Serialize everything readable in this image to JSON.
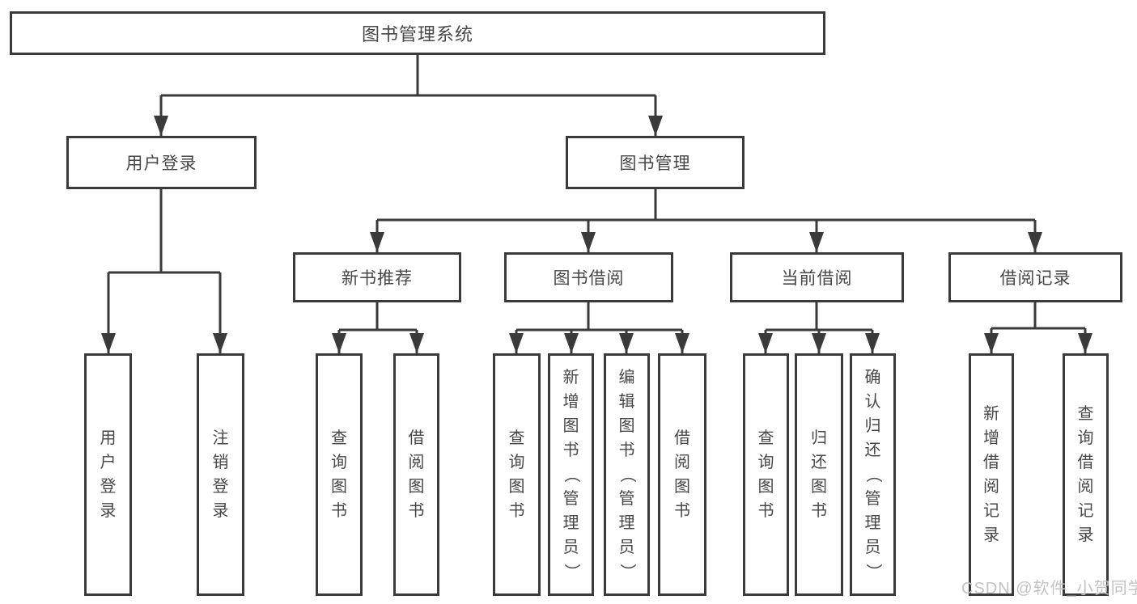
{
  "diagram": {
    "type": "function-structure-tree",
    "colors": {
      "line": "#3a3a3a",
      "box_border": "#3a3a3a",
      "box_background": "#ffffff",
      "text": "#474747",
      "watermark": "#c3c3c3"
    },
    "root": {
      "label": "图书管理系统"
    },
    "level2": {
      "user_login": {
        "label": "用户登录"
      },
      "book_mgmt": {
        "label": "图书管理"
      }
    },
    "level3": {
      "new_book": {
        "label": "新书推荐"
      },
      "book_borrow": {
        "label": "图书借阅"
      },
      "current_borrow": {
        "label": "当前借阅"
      },
      "borrow_record": {
        "label": "借阅记录"
      }
    },
    "leaves": {
      "user_login": [
        "用户登录",
        "注销登录"
      ],
      "new_book": [
        "查询图书",
        "借阅图书"
      ],
      "book_borrow": [
        "查询图书",
        "新增图书（管理员）",
        "编辑图书（管理员）",
        "借阅图书"
      ],
      "current_borrow": [
        "查询图书",
        "归还图书",
        "确认归还（管理员）"
      ],
      "borrow_record": [
        "新增借阅记录",
        "查询借阅记录"
      ]
    },
    "watermark": "CSDN @软件_小贺同学"
  }
}
